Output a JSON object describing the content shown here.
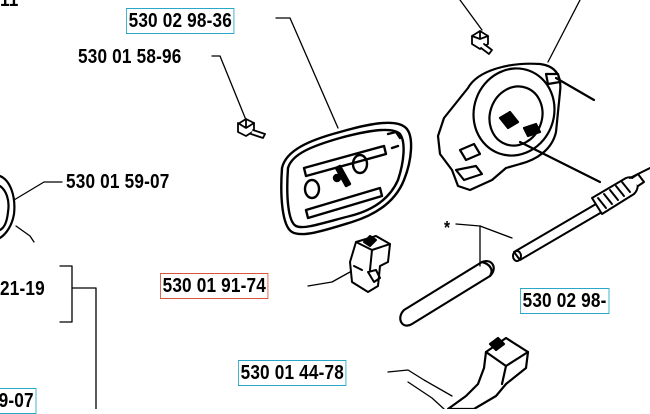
{
  "labels": {
    "top_left_fragment": "11",
    "part_530_02_98_36": "530 02 98-36",
    "part_530_01_58_96": "530 01 58-96",
    "part_530_01_59_07": "530 01 59-07",
    "part_fragment_21_19": "21-19",
    "part_530_01_91_74": "530 01 91-74",
    "part_530_02_98_fragment": "530 02 98-",
    "part_530_01_44_78": "530 01 44-78",
    "part_fragment_9_07": "9-07",
    "asterisk_marker": "*"
  },
  "colors": {
    "cyan_box": "#29a7c9",
    "red_box": "#d9543a",
    "line": "#000000"
  }
}
